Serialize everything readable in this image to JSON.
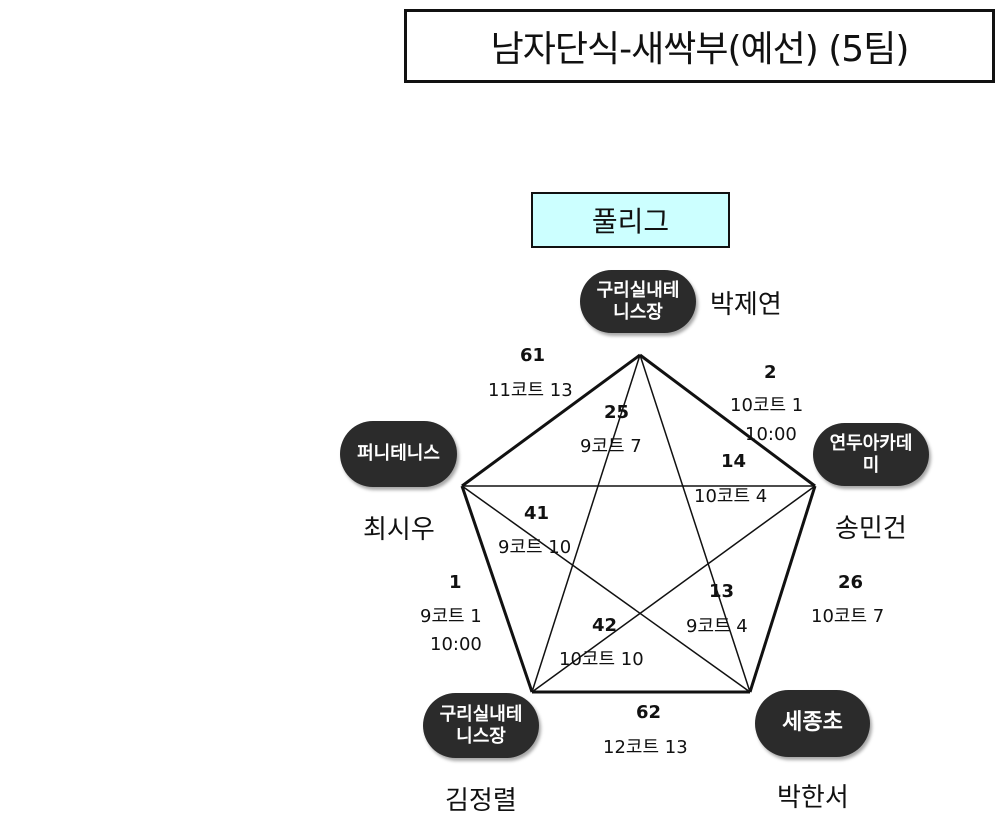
{
  "title": "남자단식-새싹부(예선) (5팀)",
  "format": "풀리그",
  "colors": {
    "league_box_fill": "#ccffff",
    "club_pill": "#2b2b2b"
  },
  "teams": {
    "top": {
      "club": "구리실내테\n니스장",
      "player": "박제연"
    },
    "right": {
      "club": "연두아카데\n미",
      "player": "송민건"
    },
    "bottom_right": {
      "club": "세종초",
      "player": "박한서"
    },
    "bottom_left": {
      "club": "구리실내테\n니스장",
      "player": "김정렬"
    },
    "left": {
      "club": "퍼니테니스",
      "player": "최시우"
    }
  },
  "matches": [
    {
      "id": "top-left",
      "number": "61",
      "court": "11코트 13"
    },
    {
      "id": "top-right",
      "number": "2",
      "court": "10코트 1",
      "time": "10:00"
    },
    {
      "id": "top-bottom-left",
      "number": "25",
      "court": "9코트 7"
    },
    {
      "id": "left-right",
      "number": "14",
      "court": "10코트 4"
    },
    {
      "id": "left-bottom-right",
      "number": "41",
      "court": "9코트 10"
    },
    {
      "id": "left-bottom-left",
      "number": "1",
      "court": "9코트 1",
      "time": "10:00"
    },
    {
      "id": "right-bottom-right",
      "number": "26",
      "court": "10코트 7"
    },
    {
      "id": "top-bottom-right",
      "number": "13",
      "court": "9코트 4"
    },
    {
      "id": "right-bottom-left",
      "number": "42",
      "court": "10코트 10"
    },
    {
      "id": "bottom",
      "number": "62",
      "court": "12코트 13"
    }
  ]
}
